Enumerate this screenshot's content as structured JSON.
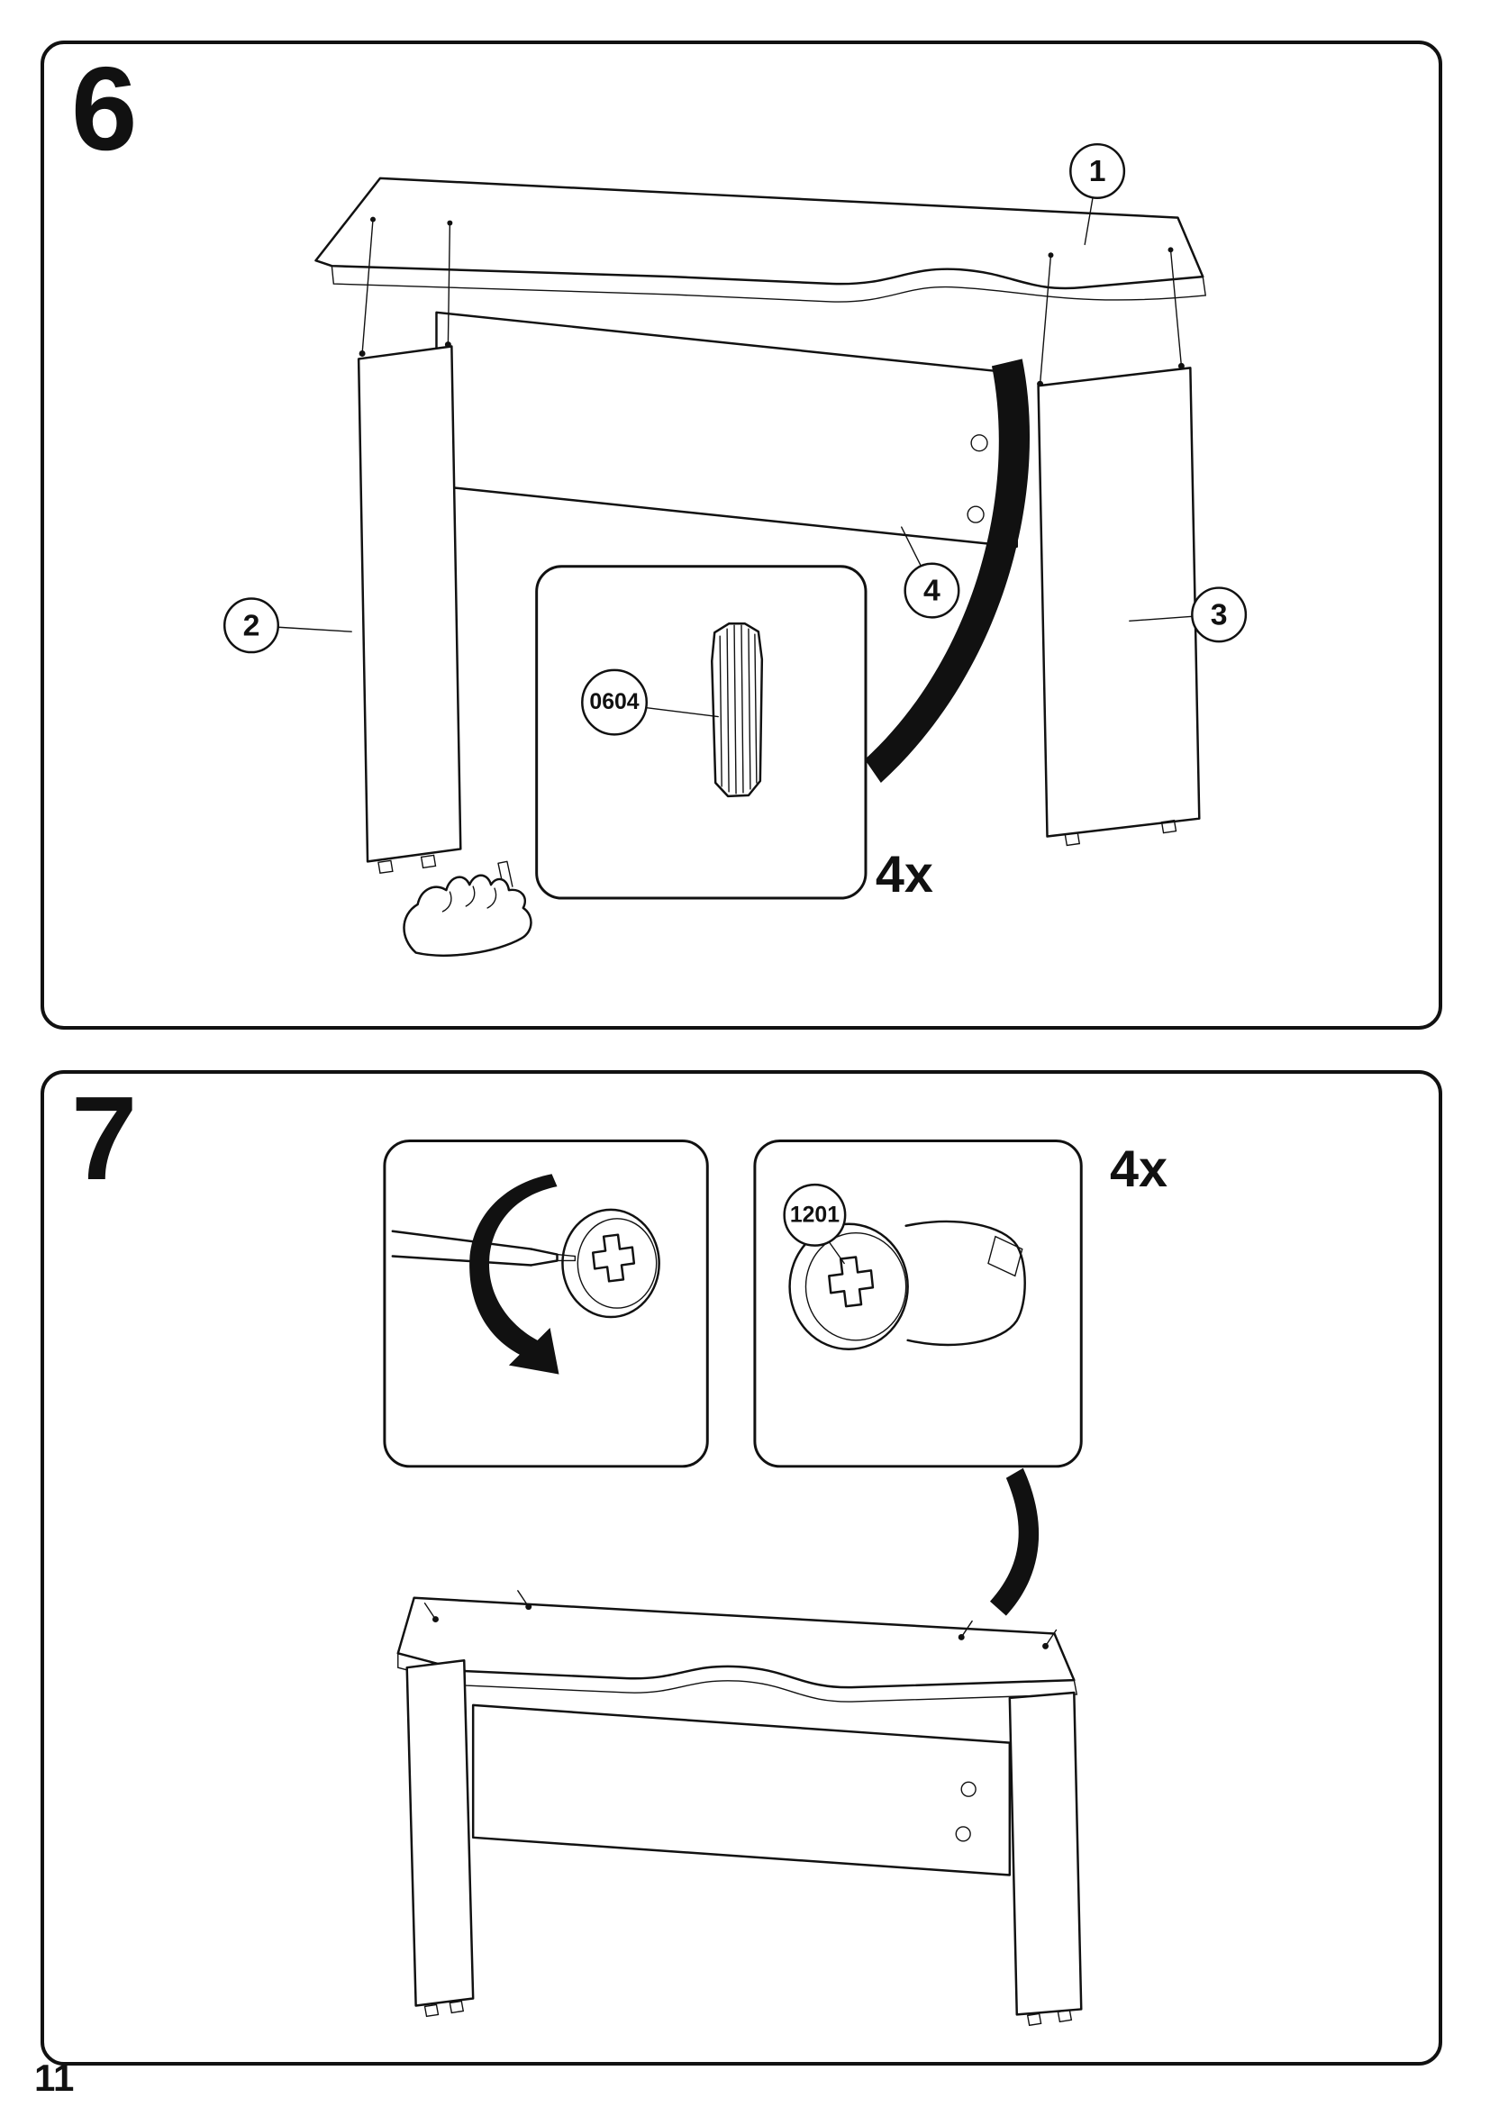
{
  "page": {
    "number": "11"
  },
  "steps": [
    {
      "number": "6",
      "quantity": "4x",
      "part": {
        "code": "0604"
      },
      "callouts": [
        {
          "label": "1"
        },
        {
          "label": "2"
        },
        {
          "label": "3"
        },
        {
          "label": "4"
        }
      ]
    },
    {
      "number": "7",
      "quantity": "4x",
      "part": {
        "code": "1201"
      }
    }
  ]
}
